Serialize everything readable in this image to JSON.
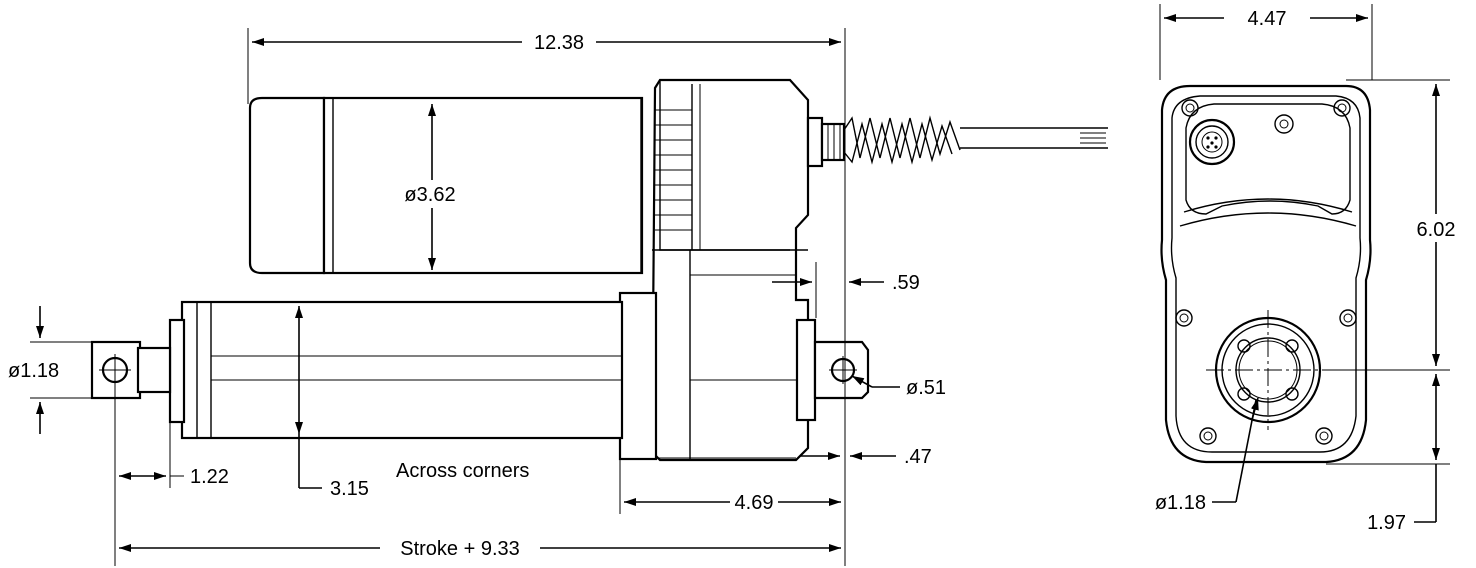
{
  "dimensions": {
    "overall_length": "12.38",
    "motor_diameter": "ø3.62",
    "offset_top": ".59",
    "rod_end_diameter": "ø1.18",
    "front_clevis_hole": "ø.51",
    "clevis_offset": ".47",
    "rod_end_length": "1.22",
    "tube_across_corners_value": "3.15",
    "tube_across_corners_label": "Across corners",
    "gearbox_length": "4.69",
    "retracted_length": "Stroke + 9.33",
    "end_view_width": "4.47",
    "end_view_height": "6.02",
    "end_view_bore_diameter": "ø1.18",
    "end_view_lower_height": "1.97"
  }
}
